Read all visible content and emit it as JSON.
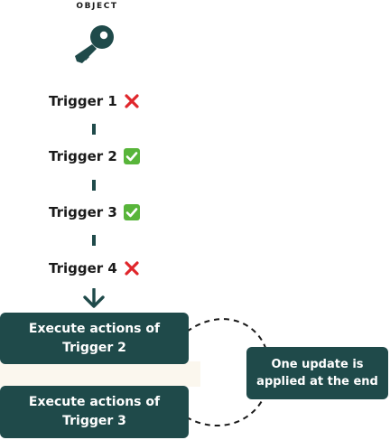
{
  "header": {
    "label": "OBJECT"
  },
  "triggers": [
    {
      "label": "Trigger 1",
      "status": "cross",
      "status_color": "#e0262b"
    },
    {
      "label": "Trigger 2",
      "status": "check",
      "status_color": "#58b53a"
    },
    {
      "label": "Trigger 3",
      "status": "check",
      "status_color": "#58b53a"
    },
    {
      "label": "Trigger 4",
      "status": "cross",
      "status_color": "#e0262b"
    }
  ],
  "actions": [
    {
      "label": "Execute actions of Trigger 2"
    },
    {
      "label": "Execute actions of Trigger 3"
    }
  ],
  "update_box": {
    "label": "One update is applied at the end"
  },
  "colors": {
    "accent": "#1f4a4a",
    "check_green": "#58b53a",
    "cross_red": "#e0262b"
  },
  "icons": {
    "object": "key-icon",
    "flow": "arrow-down-icon"
  }
}
